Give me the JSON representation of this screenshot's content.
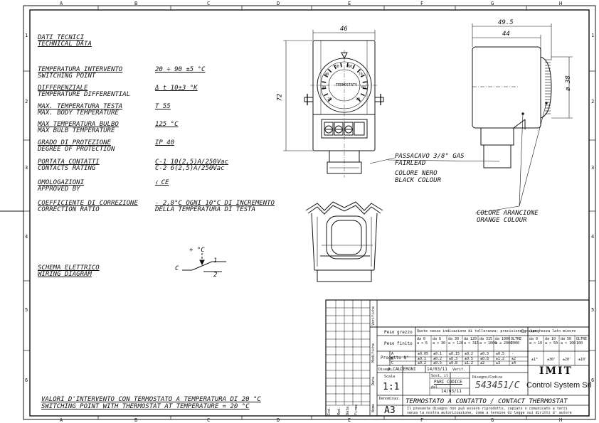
{
  "grid": {
    "cols": [
      "A",
      "B",
      "C",
      "D",
      "E",
      "F",
      "G",
      "H"
    ],
    "rows": [
      "1",
      "2",
      "3",
      "4",
      "5",
      "6"
    ]
  },
  "tech": {
    "title_it": "DATI TECNICI",
    "title_en": "TECHNICAL DATA",
    "items": [
      {
        "it": "TEMPERATURA INTERVENTO",
        "en": "SWITCHING POINT",
        "v1": "20 ÷ 90 ±5 °C",
        "v2": ""
      },
      {
        "it": "DIFFERENZIALE",
        "en": "TEMPERATURE DIFFERENTIAL",
        "v1": "Δ t 10±3 °K",
        "v2": ""
      },
      {
        "it": "MAX. TEMPERATURA TESTA",
        "en": "MAX. BODY TEMPERATURE",
        "v1": "T 55",
        "v2": ""
      },
      {
        "it": "MAX TEMPERATURA BULBO",
        "en": "MAX BULB TEMPERATURE",
        "v1": "125 °C",
        "v2": ""
      },
      {
        "it": "GRADO DI PROTEZIONE",
        "en": "DEGREE OF PROTECTION",
        "v1": "IP 40",
        "v2": ""
      },
      {
        "it": "PORTATA CONTATTI",
        "en": "CONTACTS RATING",
        "v1": "C-1  10(2,5)A/250Vac",
        "v2": "C-2  6(2,5)A/250Vac"
      },
      {
        "it": "OMOLOGAZIONI",
        "en": "APPROVED BY",
        "v1": "⧼ CE",
        "v2": ""
      },
      {
        "it": "COEFFICIENTE DI CORREZIONE",
        "en": "CORRECTION RATIO",
        "v1": "- 2,8°C OGNI 10°C DI INCREMENTO",
        "v2": "DELLA TEMPERATURA DI TESTA"
      }
    ]
  },
  "wiring": {
    "title_it": "SCHEMA ELETTRICO",
    "title_en": "WIRING DIAGRAM",
    "plus_t": "+ °C",
    "c": "C",
    "one": "1",
    "two": "2"
  },
  "note": {
    "it": "VALORI D'INTERVENTO CON TERMOSTATO A TEMPERATURA DI 20 °C",
    "en": "SWITCHING POINT WITH THERMOSTAT AT TEMPERATURE = 20 °C"
  },
  "dims": {
    "w46": "46",
    "h72": "72",
    "w49": "49.5",
    "w44": "44",
    "d38": "ø 38"
  },
  "callouts": {
    "pass_it": "PASSACAVO 3/8\" GAS",
    "pass_en": "FAIRLEAD",
    "black_it": "COLORE NERO",
    "black_en": "BLACK COLOUR",
    "orange_it": "COLORE ARANCIONE",
    "orange_en": "ORANGE COLOUR"
  },
  "dial": {
    "marks": [
      "20",
      "30",
      "40",
      "50",
      "60",
      "70",
      "80",
      "90"
    ],
    "brand": "TERMOSTATO"
  },
  "title_block": {
    "row_labels": [
      "Verifiche",
      "Modifiche",
      "Data",
      "Nome"
    ],
    "peso_grezzo": "Peso grezzo",
    "tol_note": "Quote senza indicazione di tolleranza: precisione gruppo",
    "tol_group": "B",
    "peso_finito": "Peso finito",
    "progetto": "Progetto N°",
    "len_header": "Lunghezza lato minore",
    "lin_ranges": [
      "da 0\na < 6",
      "da 6\na < 30",
      "da 30\na < 120",
      "da 120\na < 315",
      "da 315\na < 1000",
      "da 1000\na ≤ 2000",
      "OLTRE\n2000"
    ],
    "ang_ranges": [
      "da 0\na < 10",
      "da 10\na < 50",
      "da 50\na < 100",
      "OLTRE\n100"
    ],
    "tol_rows": [
      {
        "g": "A",
        "v": [
          "±0.05",
          "±0.1",
          "±0.15",
          "±0.2",
          "±0.3",
          "±0.5",
          "-"
        ]
      },
      {
        "g": "B",
        "v": [
          "±0.1",
          "±0.2",
          "±0.3",
          "±0.5",
          "±0.8",
          "±1.2",
          "±2"
        ]
      },
      {
        "g": "C",
        "v": [
          "±0.2",
          "±0.5",
          "±0.8",
          "±1.2",
          "±2",
          "±3",
          "±4"
        ]
      }
    ],
    "ang_vals": [
      "±1°",
      "±30'",
      "±20'",
      "±10'"
    ],
    "designer_label": "Disegn.",
    "designer": "A.CALDERONI",
    "date": "14/03/11",
    "verif": "Verif.",
    "scala_label": "Scala",
    "scala": "1:1",
    "sost_label": "Sost. il",
    "pari_codice": "PARI CODICE",
    "dal": "dal",
    "dal_date": "14/03/11",
    "code_label": "Disegno/Codice",
    "code": "543451/C",
    "company_brand": "IMIT",
    "company": "Control System Srl",
    "denom_label": "Denominaz.",
    "title": "TERMOSTATO A CONTATTO / CONTACT THERMOSTAT",
    "format": "A3",
    "copyright_1": "Il presente disegno non può essere riprodotto, copiato o comunicato a terzi",
    "copyright_2": "senza la nostra autorizzazione, come a termine di legge sui diritti d' autore",
    "rev_labels": [
      "Ind.",
      "Mod.",
      "Data",
      "Firma"
    ]
  }
}
